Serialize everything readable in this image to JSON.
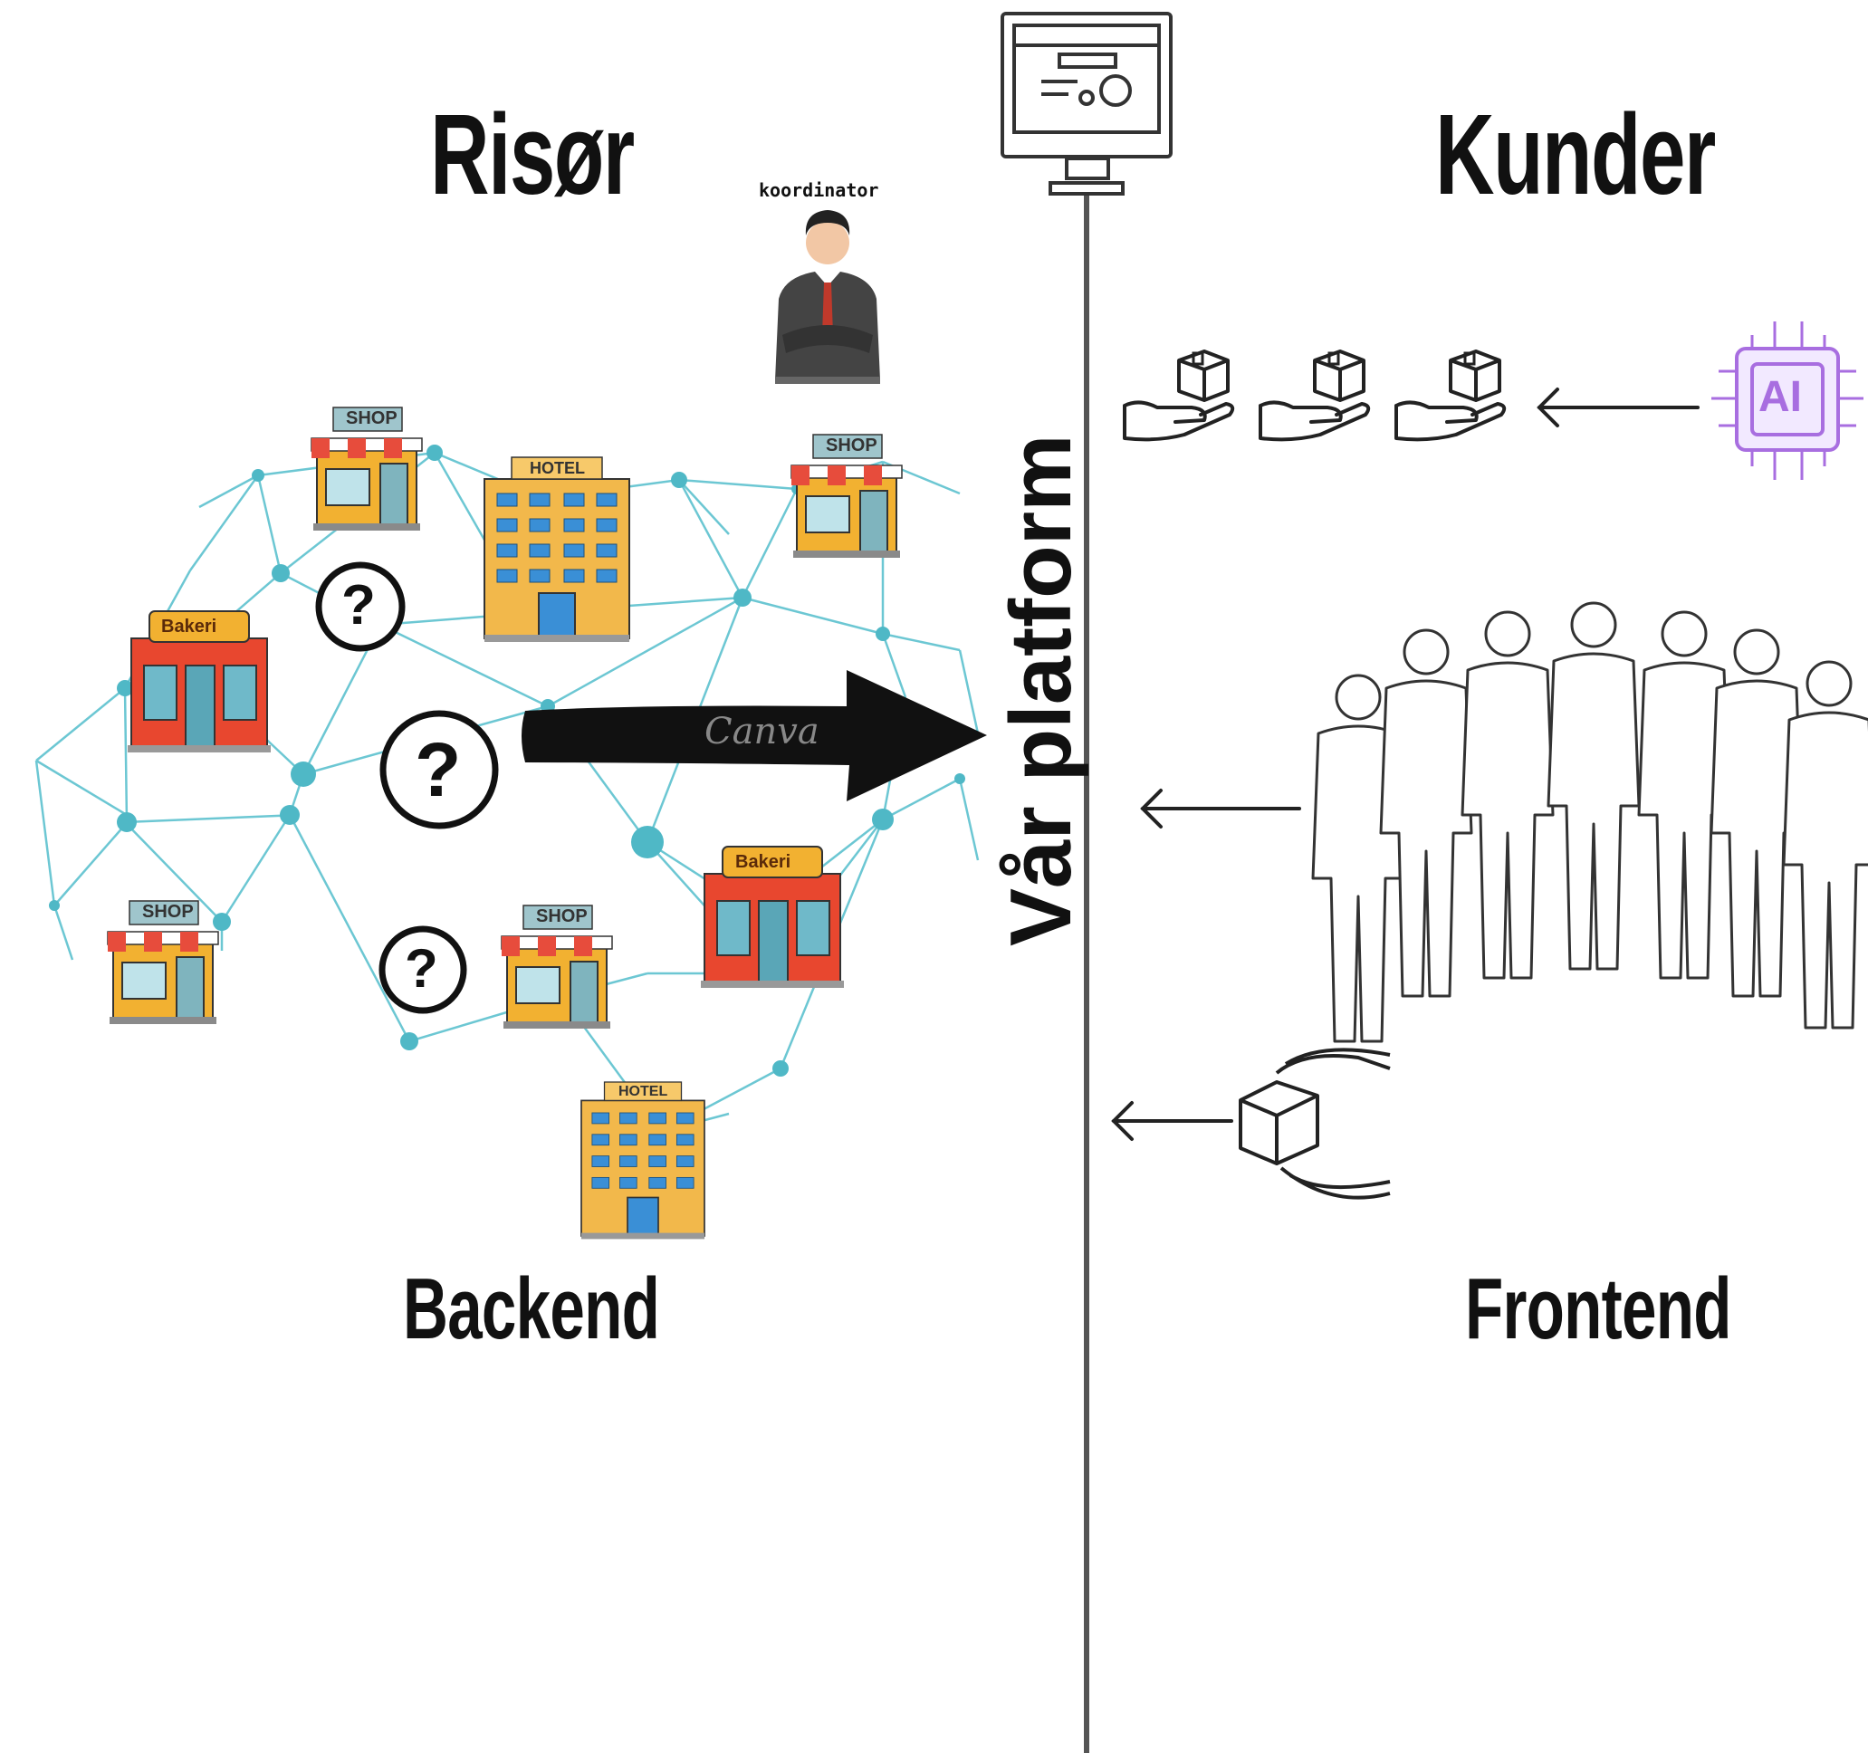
{
  "left": {
    "title": "Risør",
    "subtitle": "Backend",
    "coordinator_label": "koordinator"
  },
  "right": {
    "title": "Kunder",
    "subtitle": "Frontend"
  },
  "platform": {
    "label": "Vår platform"
  },
  "icons": {
    "ai_chip_label": "AI",
    "arrow_watermark": "Canva",
    "shop_sign": "SHOP",
    "hotel_sign": "HOTEL",
    "bakery_sign": "Bakeri",
    "question_mark": "?"
  }
}
